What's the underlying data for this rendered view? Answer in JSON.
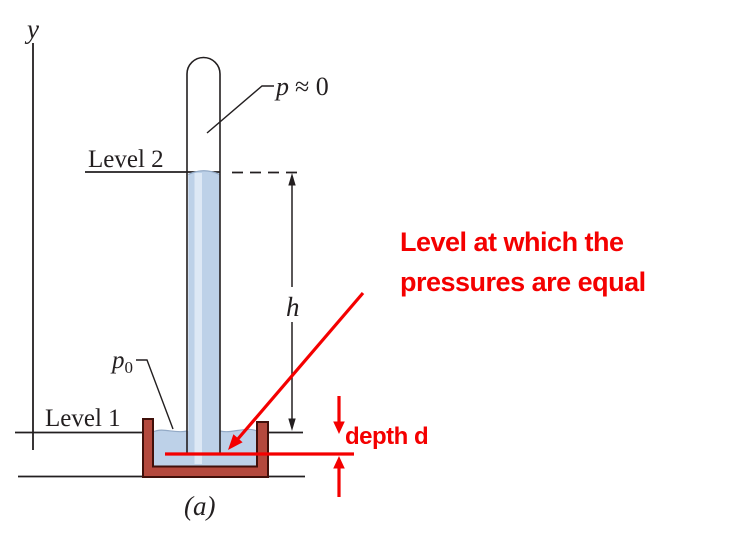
{
  "figure": {
    "caption": "(a)",
    "axis": {
      "y_label": "y"
    },
    "labels": {
      "level2": "Level 2",
      "level1": "Level 1",
      "pressure_top_p": "p",
      "pressure_top_rest": "≈ 0",
      "pressure_ambient_p": "p",
      "pressure_ambient_sub": "0",
      "height": "h"
    },
    "annotations": {
      "equal_pressure_line1": "Level at which the",
      "equal_pressure_line2": "pressures are equal",
      "depth": "depth d"
    },
    "colors": {
      "ink": "#231f20",
      "liquid": "#bdd1e8",
      "liquid_highlight": "#dde8f5",
      "meniscus": "#93aac6",
      "dish_fill": "#b4493d",
      "dish_outline": "#40100a",
      "annotation_red": "#f40000"
    }
  }
}
